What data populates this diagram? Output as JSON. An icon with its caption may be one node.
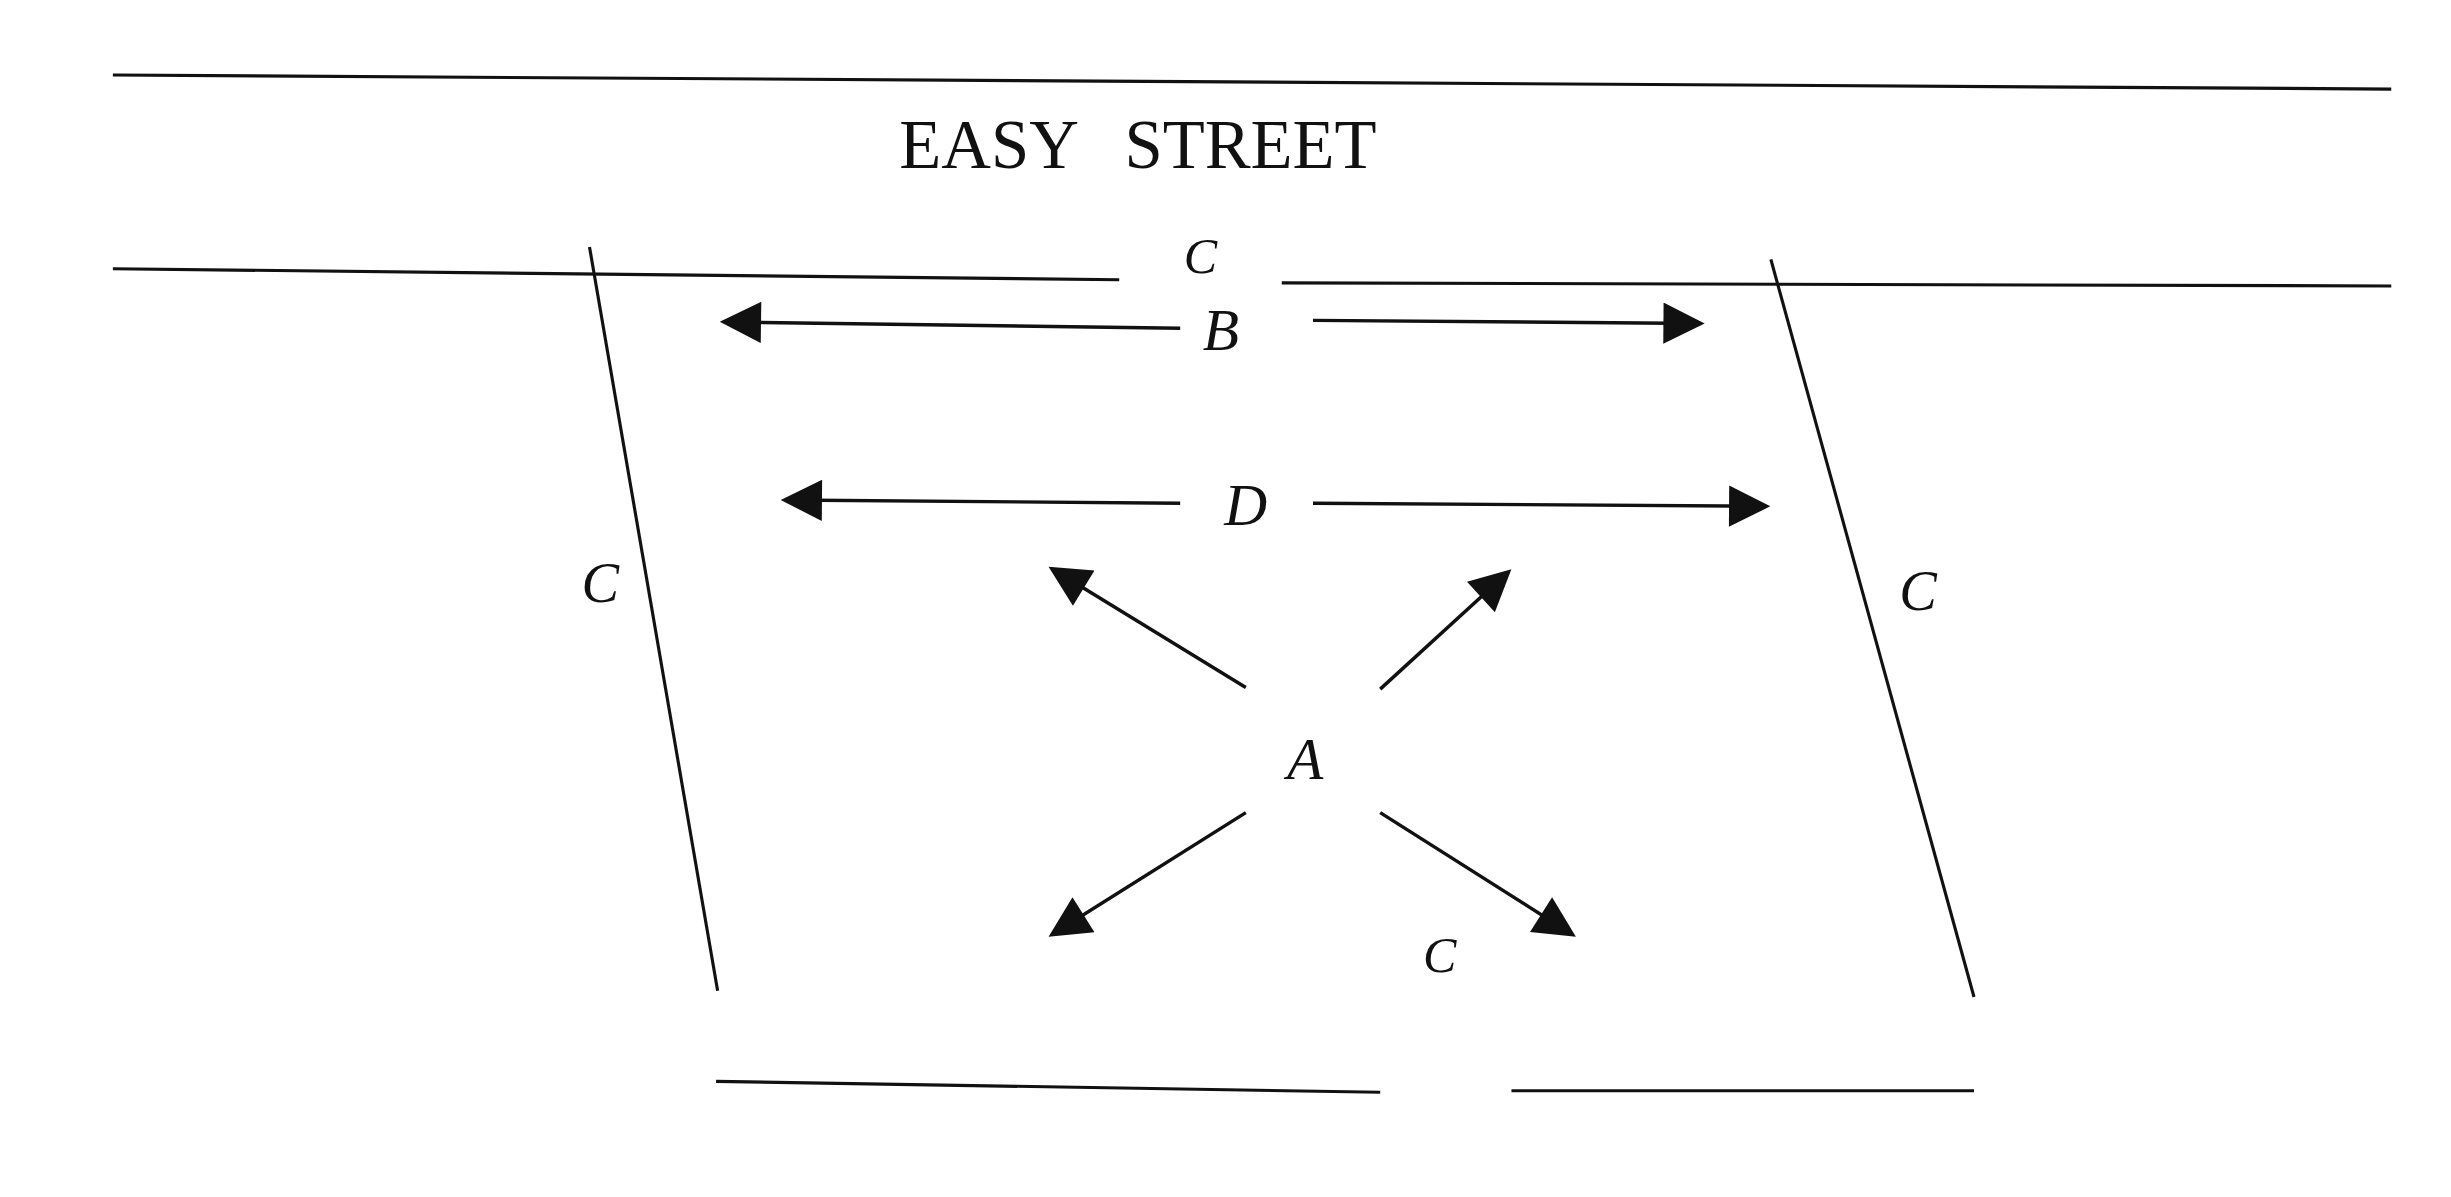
{
  "diagram": {
    "nodes": [
      {
        "text": [
          "B"
        ]
      },
      {
        "text": [
          "D"
        ]
      },
      {
        "text": [
          "A"
        ]
      }
    ],
    "edges": [
      {
        "from": 0,
        "to": null,
        "arrow": "to"
      },
      {
        "from": 0,
        "to": null,
        "arrow": "to"
      },
      {
        "from": 1,
        "to": null,
        "arrow": "to"
      },
      {
        "from": 1,
        "to": null,
        "arrow": "to"
      },
      {
        "from": 2,
        "to": null,
        "arrow": "to"
      },
      {
        "from": 2,
        "to": null,
        "arrow": "to"
      },
      {
        "from": 2,
        "to": null,
        "arrow": "to"
      },
      {
        "from": 2,
        "to": null,
        "arrow": "to"
      }
    ],
    "labels": [
      "EASY STREET",
      "C",
      "C",
      "C",
      "C"
    ]
  }
}
